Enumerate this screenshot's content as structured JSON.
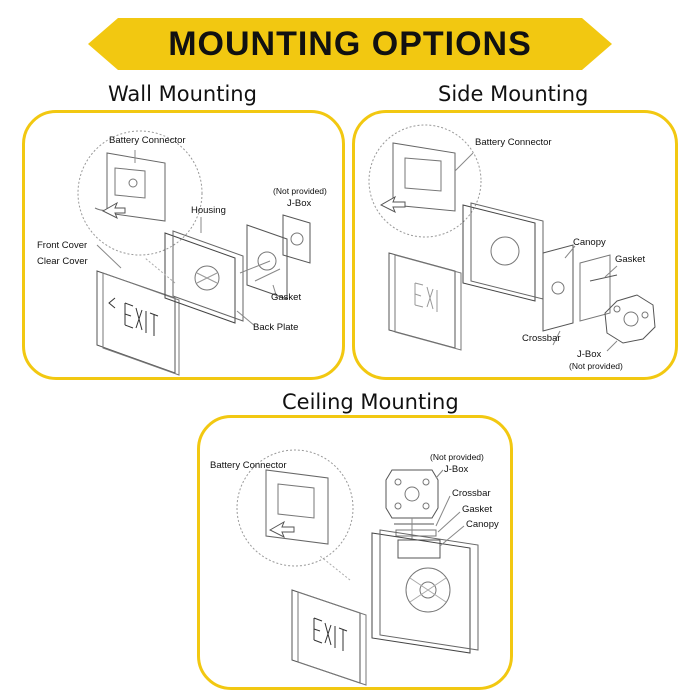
{
  "banner": {
    "title": "MOUNTING OPTIONS",
    "color": "#f2c811"
  },
  "sections": {
    "wall": {
      "title": "Wall Mounting",
      "labels": {
        "battery_connector": "Battery Connector",
        "not_provided": "(Not provided)",
        "jbox": "J-Box",
        "housing": "Housing",
        "front_cover": "Front Cover",
        "clear_cover": "Clear Cover",
        "gasket": "Gasket",
        "back_plate": "Back Plate"
      }
    },
    "side": {
      "title": "Side Mounting",
      "labels": {
        "battery_connector": "Battery Connector",
        "canopy": "Canopy",
        "gasket": "Gasket",
        "crossbar": "Crossbar",
        "jbox": "J-Box",
        "not_provided": "(Not provided)"
      }
    },
    "ceiling": {
      "title": "Ceiling Mounting",
      "labels": {
        "battery_connector": "Battery Connector",
        "not_provided": "(Not provided)",
        "jbox": "J-Box",
        "crossbar": "Crossbar",
        "gasket": "Gasket",
        "canopy": "Canopy"
      }
    }
  },
  "icons": [
    "arrow-icon",
    "exit-sign-icon"
  ]
}
